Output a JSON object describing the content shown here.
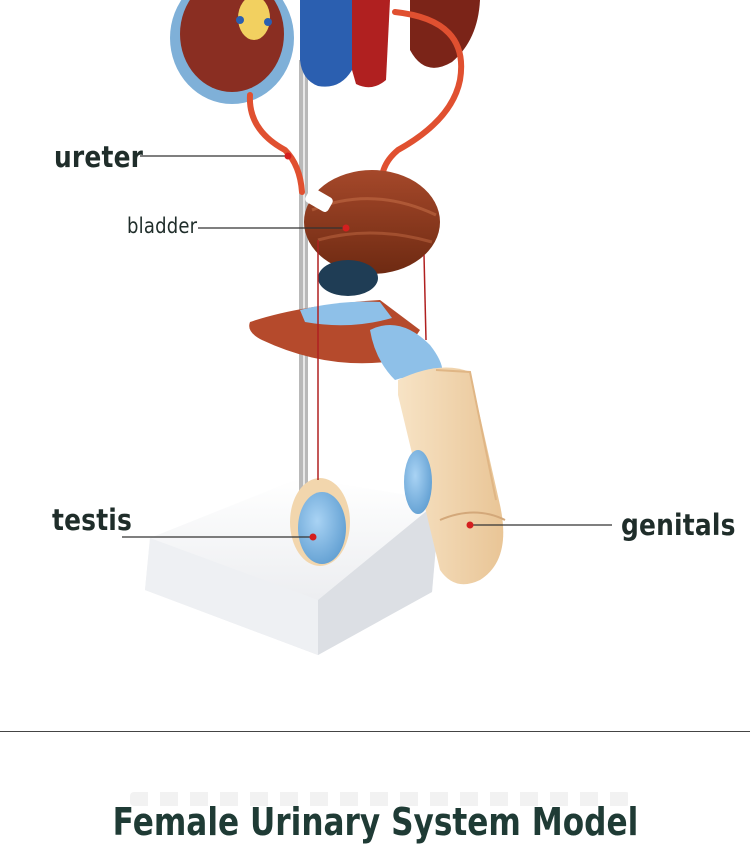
{
  "labels": {
    "ureter": "ureter",
    "bladder": "bladder",
    "testis": "testis",
    "genitals": "genitals"
  },
  "title": "Female Urinary System Model",
  "colors": {
    "kidney": "#8a2e22",
    "kidney_capsule": "#7fb0d8",
    "vena_cava": "#2b5fb0",
    "aorta": "#b02020",
    "ureter": "#e05030",
    "bladder": "#8e3a1c",
    "muscle": "#b54a2c",
    "blue_tissue": "#8ec0e8",
    "skin": "#f3d6ad",
    "base": "#f4f5f7",
    "leader_line": "#333333",
    "marker_dot": "#d41f1f",
    "title_text": "#1f3b35"
  }
}
